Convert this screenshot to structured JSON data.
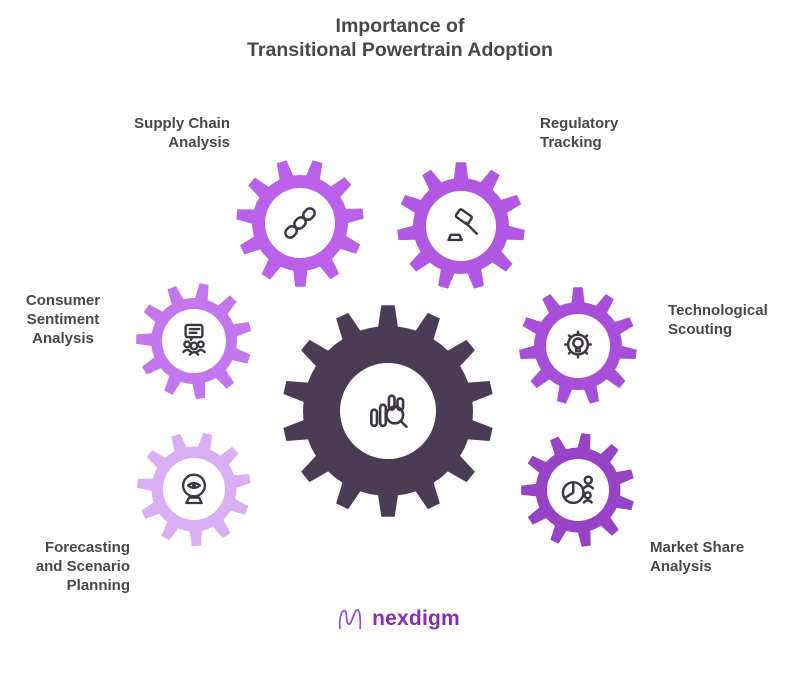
{
  "title": {
    "line1": "Importance of",
    "line2": "Transitional Powertrain Adoption"
  },
  "colors": {
    "text": "#48484c",
    "icon-stroke": "#3d3744",
    "logo": "#8a2bb5",
    "logo-grad-1": "#6a5cf0",
    "logo-grad-2": "#c733c7",
    "background": "#ffffff"
  },
  "center": {
    "color": "#4b3b55",
    "icon": "analytics-search-icon"
  },
  "gears": [
    {
      "id": "supply-chain",
      "label": "Supply Chain\nAnalysis",
      "color": "#bb60e8",
      "icon": "chain-icon"
    },
    {
      "id": "regulatory",
      "label": "Regulatory\nTracking",
      "color": "#b158e3",
      "icon": "gavel-icon"
    },
    {
      "id": "consumer",
      "label": "Consumer\nSentiment\nAnalysis",
      "color": "#c476ee",
      "icon": "survey-people-icon"
    },
    {
      "id": "technological",
      "label": "Technological\nScouting",
      "color": "#a74fd8",
      "icon": "innovation-gear-icon"
    },
    {
      "id": "forecasting",
      "label": "Forecasting\nand Scenario\nPlanning",
      "color": "#d9aef2",
      "icon": "crystal-ball-icon"
    },
    {
      "id": "market-share",
      "label": "Market Share\nAnalysis",
      "color": "#9743c5",
      "icon": "market-pie-icon"
    }
  ],
  "logo_text": "nexdigm"
}
